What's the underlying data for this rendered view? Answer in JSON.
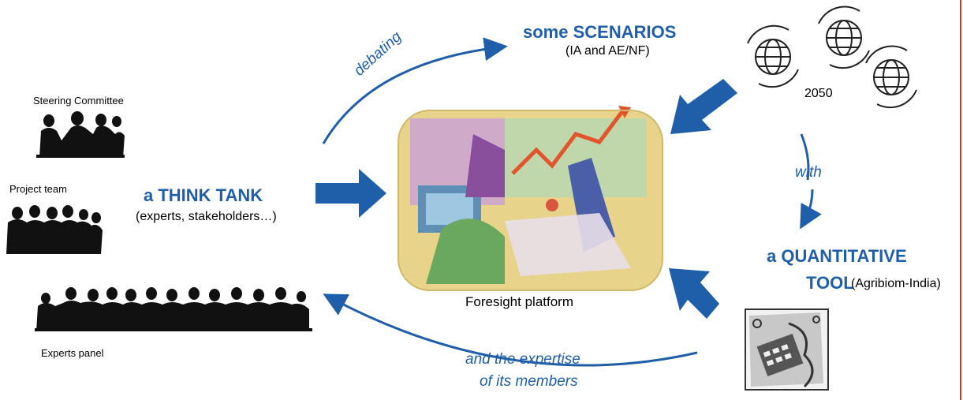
{
  "groups": {
    "steering": "Steering Committee",
    "project": "Project team",
    "experts": "Experts panel"
  },
  "think_tank": {
    "title": "a THINK TANK",
    "subtitle": "(experts, stakeholders…)"
  },
  "scenarios": {
    "title": "some SCENARIOS",
    "subtitle": "(IA and AE/NF)"
  },
  "year": "2050",
  "quant_tool": {
    "line1": "a QUANTITATIVE",
    "line2": "TOOL",
    "subtitle": "(Agribiom-India)"
  },
  "center": {
    "caption": "Foresight platform"
  },
  "arrow_labels": {
    "debating": "debating",
    "with": "with",
    "expertise_line1": "and the expertise",
    "expertise_line2": "of its members"
  },
  "colors": {
    "accent": "#1f5ea8",
    "silhouette": "#111111"
  }
}
